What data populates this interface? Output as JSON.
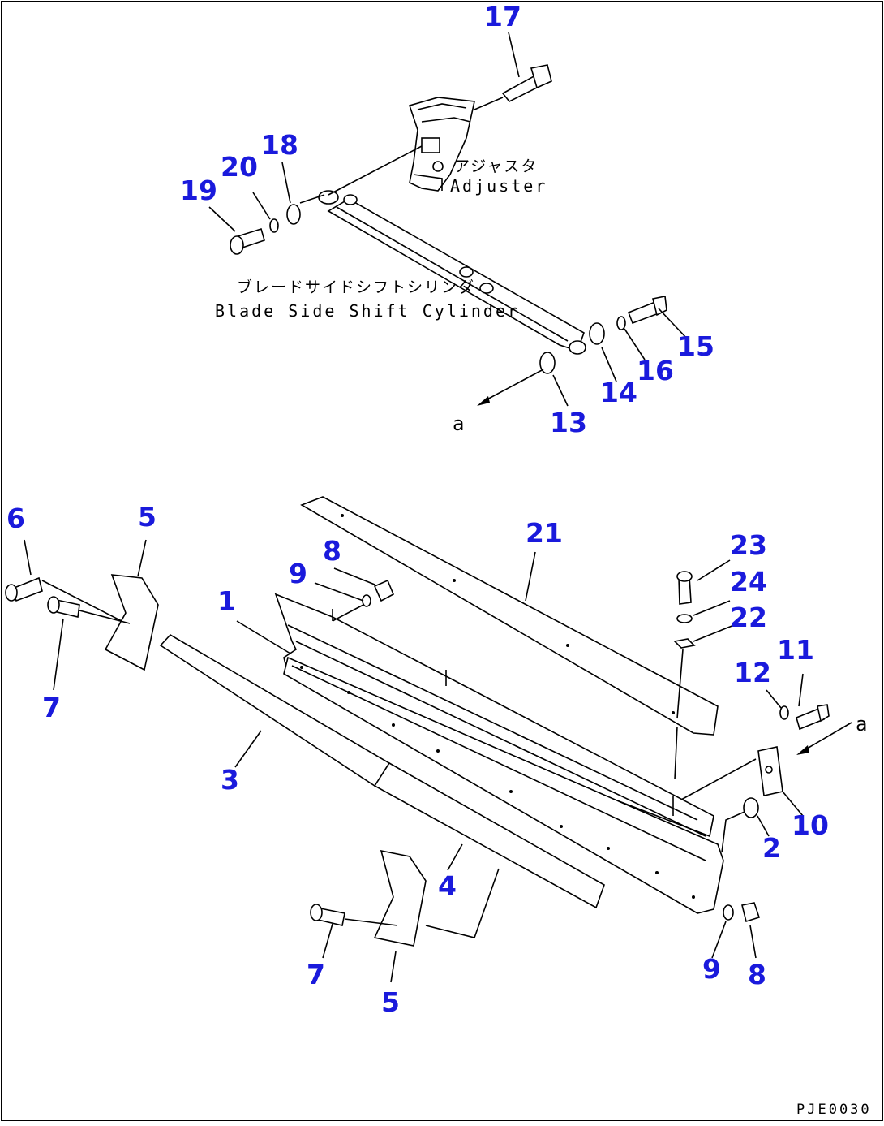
{
  "labels": {
    "adjuster_jp": "アジャスタ",
    "adjuster_en": "Adjuster",
    "cylinder_jp": "ブレードサイドシフトシリンダ",
    "cylinder_en": "Blade Side Shift Cylinder",
    "ref_a": "a",
    "drawing_code": "PJE0030"
  },
  "callouts": {
    "c1": "1",
    "c2": "2",
    "c3": "3",
    "c4": "4",
    "c5a": "5",
    "c5b": "5",
    "c6": "6",
    "c7a": "7",
    "c7b": "7",
    "c8a": "8",
    "c8b": "8",
    "c9a": "9",
    "c9b": "9",
    "c10": "10",
    "c11": "11",
    "c12": "12",
    "c13": "13",
    "c14": "14",
    "c15": "15",
    "c16": "16",
    "c17": "17",
    "c18": "18",
    "c19": "19",
    "c20": "20",
    "c21": "21",
    "c22": "22",
    "c23": "23",
    "c24": "24"
  },
  "colors": {
    "callout": "#1a1adc",
    "line": "#000000",
    "background": "#ffffff"
  }
}
